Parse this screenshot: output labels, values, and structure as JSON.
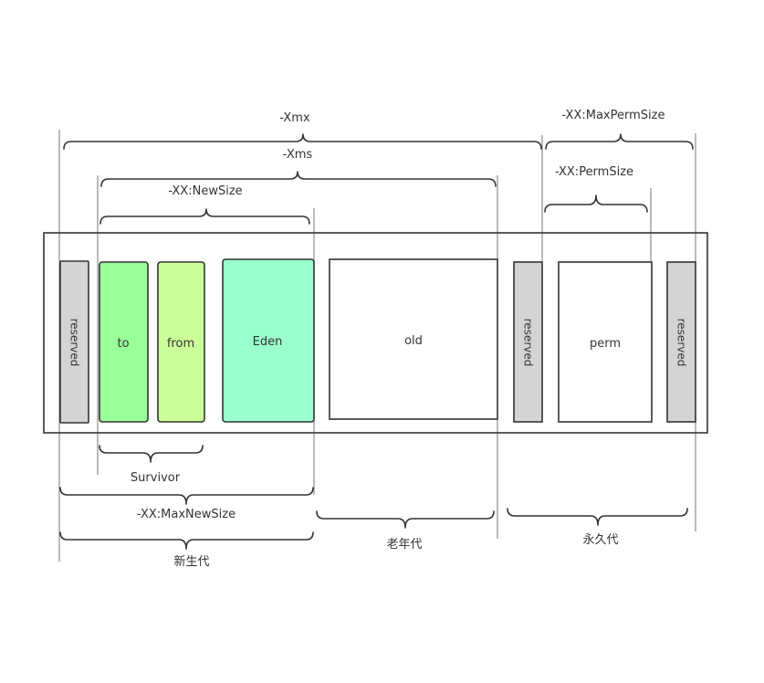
{
  "params": {
    "xmx": "-Xmx",
    "xms": "-Xms",
    "max_perm_size": "-XX:MaxPermSize",
    "perm_size": "-XX:PermSize",
    "new_size": "-XX:NewSize",
    "max_new_size": "-XX:MaxNewSize"
  },
  "regions": {
    "reserved": "reserved",
    "to": "to",
    "from": "from",
    "eden": "Eden",
    "old": "old",
    "perm": "perm"
  },
  "groups": {
    "survivor": "Survivor",
    "young_gen": "新生代",
    "old_gen": "老年代",
    "perm_gen": "永久代"
  },
  "colors": {
    "reserved": "#d4d4d4",
    "to": "#99ff99",
    "from": "#ccff99",
    "eden": "#99ffcc",
    "old": "#ffffff",
    "perm": "#ffffff"
  }
}
